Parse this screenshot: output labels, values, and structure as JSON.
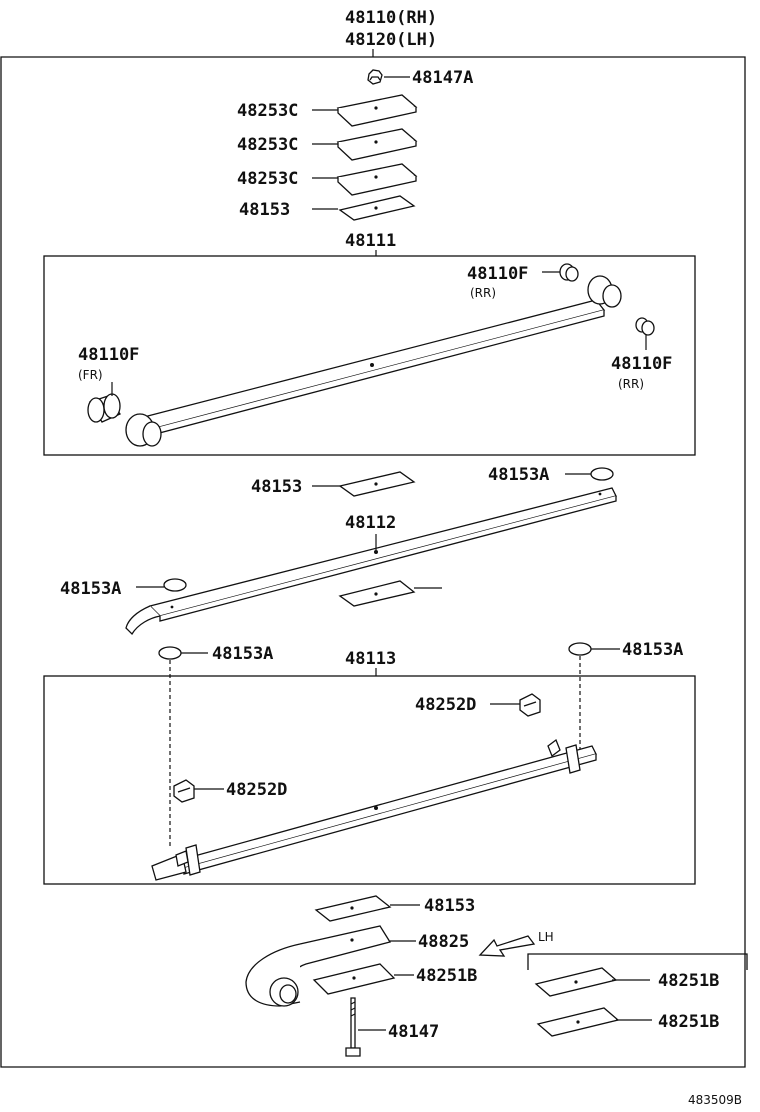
{
  "labels": {
    "top_rh": "48110(RH)",
    "top_lh": "48120(LH)",
    "l48147A": "48147A",
    "l48253C_1": "48253C",
    "l48253C_2": "48253C",
    "l48253C_3": "48253C",
    "l48153_1": "48153",
    "l48111": "48111",
    "l48110F_rr1": "48110F",
    "rr1": "(RR)",
    "l48110F_fr": "48110F",
    "fr": "(FR)",
    "l48110F_rr2": "48110F",
    "rr2": "(RR)",
    "l48153_2": "48153",
    "l48153A_1": "48153A",
    "l48112": "48112",
    "l48153A_2": "48153A",
    "l48153A_3": "48153A",
    "l48113": "48113",
    "l48153A_4": "48153A",
    "l48252D_1": "48252D",
    "l48252D_2": "48252D",
    "l48153_3": "48153",
    "l48825": "48825",
    "lh": "LH",
    "l48251B_1": "48251B",
    "l48251B_2": "48251B",
    "l48251B_3": "48251B",
    "l48147": "48147"
  },
  "figure_code": "483509B"
}
